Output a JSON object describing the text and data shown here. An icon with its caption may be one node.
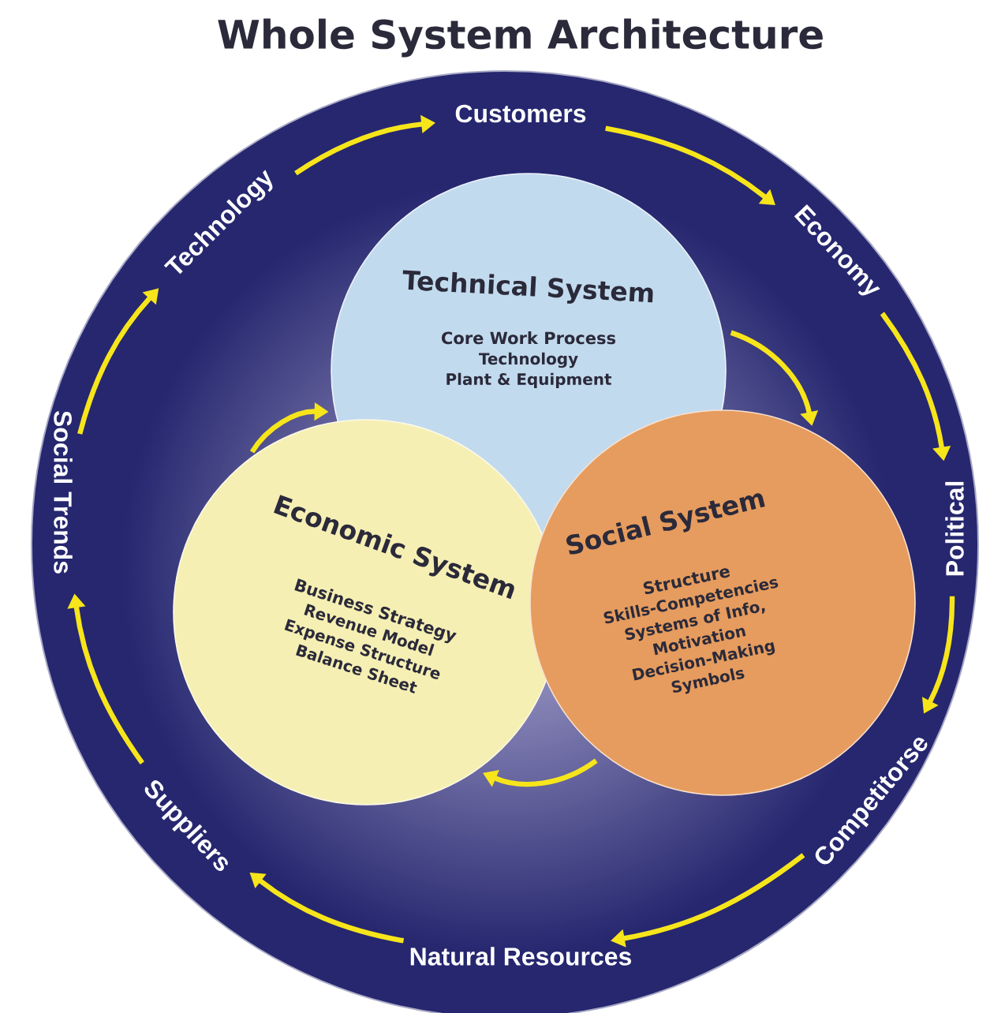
{
  "diagram": {
    "title": "Whole System Architecture",
    "nodes": [
      {
        "text": [
          "Technical System",
          "Core Work Process",
          "Technology",
          "Plant & Equipment"
        ]
      },
      {
        "text": [
          "Economic System",
          "Business Strategy",
          "Revenue Model",
          "Expense Structure",
          "Balance Sheet"
        ]
      },
      {
        "text": [
          "Social System",
          "Structure",
          "Skills-Competencies",
          "Systems of Info,",
          "Motivation",
          "Decision-Making",
          "Symbols"
        ]
      },
      {
        "text": [
          "Customers"
        ]
      },
      {
        "text": [
          "Economy"
        ]
      },
      {
        "text": [
          "Political"
        ]
      },
      {
        "text": [
          "Competitorse"
        ]
      },
      {
        "text": [
          "Natural Resources"
        ]
      },
      {
        "text": [
          "Suppliers"
        ]
      },
      {
        "text": [
          "Social Trends"
        ]
      },
      {
        "text": [
          "Technology"
        ]
      }
    ],
    "edges": [
      {
        "from": 3,
        "to": 4,
        "arrow": "to"
      },
      {
        "from": 4,
        "to": 5,
        "arrow": "to"
      },
      {
        "from": 5,
        "to": 6,
        "arrow": "to"
      },
      {
        "from": 6,
        "to": 7,
        "arrow": "to"
      },
      {
        "from": 7,
        "to": 8,
        "arrow": "to"
      },
      {
        "from": 8,
        "to": 9,
        "arrow": "to"
      },
      {
        "from": 9,
        "to": 10,
        "arrow": "to"
      },
      {
        "from": 10,
        "to": 3,
        "arrow": "to"
      },
      {
        "from": 1,
        "to": 0,
        "arrow": "to"
      },
      {
        "from": 0,
        "to": 2,
        "arrow": "to"
      },
      {
        "from": 2,
        "to": 1,
        "arrow": "to"
      }
    ]
  }
}
